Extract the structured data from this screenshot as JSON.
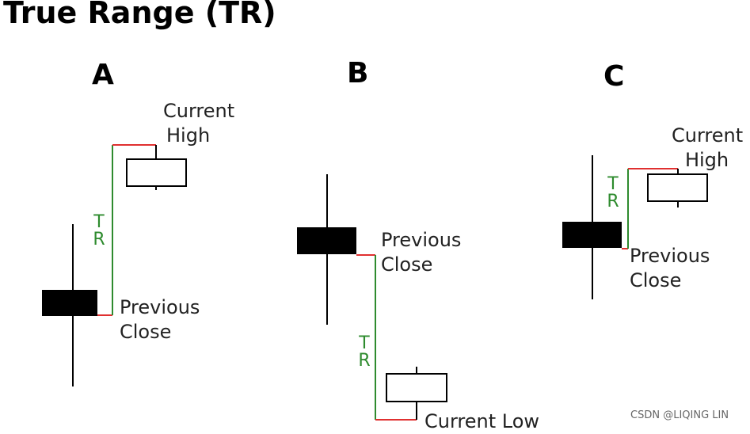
{
  "title": "True Range (TR)",
  "panels": {
    "a": {
      "letter": "A",
      "top_label_line1": "Current",
      "top_label_line2": "High",
      "bottom_label_line1": "Previous",
      "bottom_label_line2": "Close",
      "tr_letter1": "T",
      "tr_letter2": "R"
    },
    "b": {
      "letter": "B",
      "top_label_line1": "Previous",
      "top_label_line2": "Close",
      "bottom_label": "Current Low",
      "tr_letter1": "T",
      "tr_letter2": "R"
    },
    "c": {
      "letter": "C",
      "top_label_line1": "Current",
      "top_label_line2": "High",
      "bottom_label_line1": "Previous",
      "bottom_label_line2": "Close",
      "tr_letter1": "T",
      "tr_letter2": "R"
    }
  },
  "colors": {
    "tr_line": "#2e8b2e",
    "gap_line": "#e03030",
    "candle_fill": "#000000",
    "candle_outline": "#000000"
  },
  "watermark": "CSDN @LIQING LIN"
}
